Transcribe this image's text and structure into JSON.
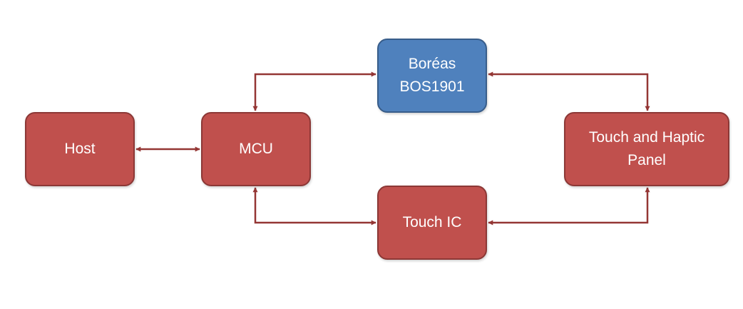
{
  "colors": {
    "red_box_fill": "#c0504d",
    "red_box_border": "#8c3836",
    "blue_box_fill": "#4f81bd",
    "blue_box_border": "#385d8a",
    "connector": "#943634",
    "text": "#ffffff"
  },
  "nodes": {
    "host": {
      "label": "Host"
    },
    "mcu": {
      "label": "MCU"
    },
    "boreas": {
      "label": "Boréas\nBOS1901"
    },
    "touch_ic": {
      "label": "Touch IC"
    },
    "panel": {
      "label": "Touch and Haptic\nPanel"
    }
  },
  "edges": [
    {
      "from": "host",
      "to": "mcu",
      "bidirectional": true
    },
    {
      "from": "mcu",
      "to": "boreas",
      "bidirectional": true
    },
    {
      "from": "mcu",
      "to": "touch_ic",
      "bidirectional": true
    },
    {
      "from": "boreas",
      "to": "panel",
      "bidirectional": true
    },
    {
      "from": "touch_ic",
      "to": "panel",
      "bidirectional": true
    }
  ]
}
